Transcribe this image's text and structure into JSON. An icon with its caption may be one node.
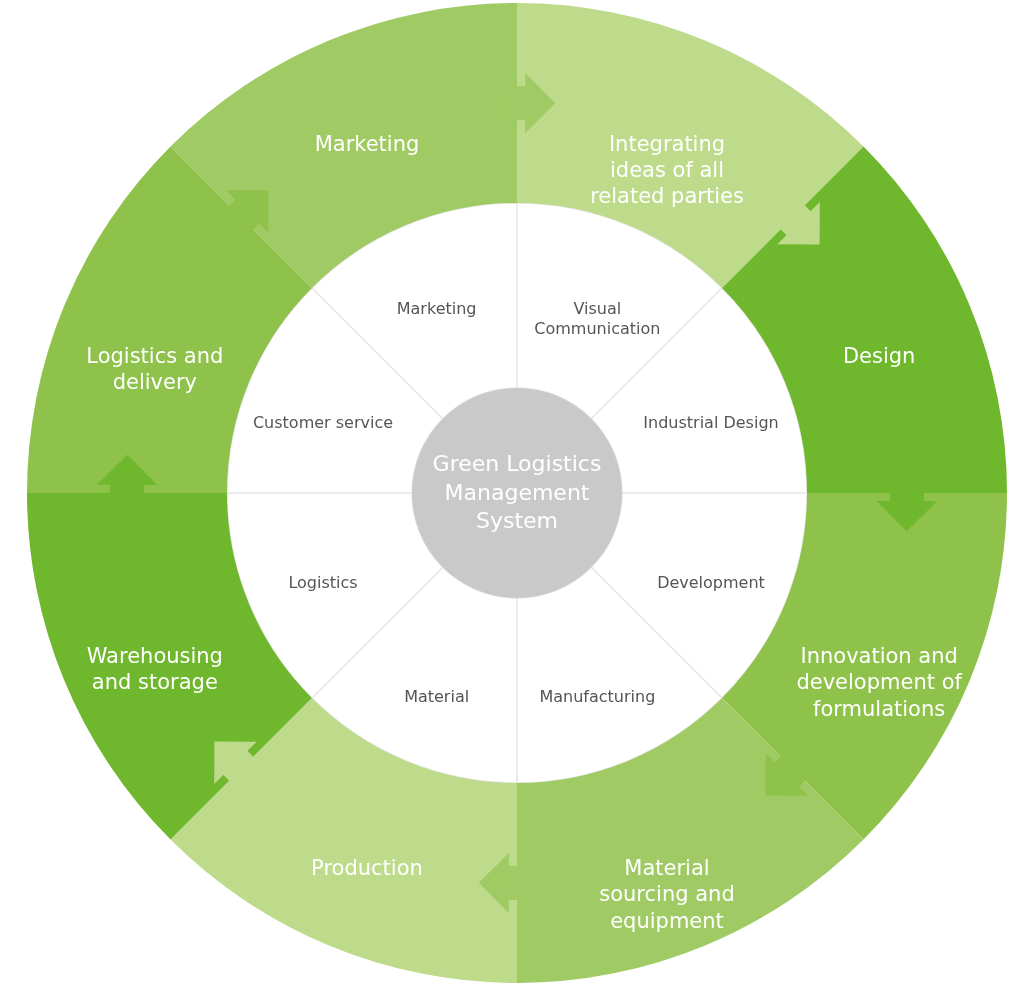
{
  "diagram": {
    "nodes": [
      {
        "text": [
          "Green Logistics Management System"
        ]
      },
      {
        "text": [
          "Marketing"
        ]
      },
      {
        "text": [
          "Visual Communication"
        ]
      },
      {
        "text": [
          "Industrial Design"
        ]
      },
      {
        "text": [
          "Development"
        ]
      },
      {
        "text": [
          "Manufacturing"
        ]
      },
      {
        "text": [
          "Material"
        ]
      },
      {
        "text": [
          "Logistics"
        ]
      },
      {
        "text": [
          "Customer service"
        ]
      },
      {
        "text": [
          "Marketing"
        ]
      },
      {
        "text": [
          "Integrating ideas of all related parties"
        ]
      },
      {
        "text": [
          "Design"
        ]
      },
      {
        "text": [
          "Innovation and development of formulations"
        ]
      },
      {
        "text": [
          "Material sourcing and equipment"
        ]
      },
      {
        "text": [
          "Production"
        ]
      },
      {
        "text": [
          "Warehousing and storage"
        ]
      },
      {
        "text": [
          "Logistics and delivery"
        ]
      }
    ],
    "edges": [
      {
        "from": 9,
        "to": 10,
        "arrow": "to",
        "color": "#a0cb64"
      },
      {
        "from": 10,
        "to": 11,
        "arrow": "to",
        "color": "#bedb8c"
      },
      {
        "from": 11,
        "to": 12,
        "arrow": "to",
        "color": "#6fb72d"
      },
      {
        "from": 12,
        "to": 13,
        "arrow": "to",
        "color": "#8ec24a"
      },
      {
        "from": 13,
        "to": 14,
        "arrow": "to",
        "color": "#a0cb64"
      },
      {
        "from": 14,
        "to": 15,
        "arrow": "to",
        "color": "#bedb8c"
      },
      {
        "from": 15,
        "to": 16,
        "arrow": "to",
        "color": "#6fb72d"
      },
      {
        "from": 16,
        "to": 9,
        "arrow": "to",
        "color": "#8ec24a"
      }
    ]
  }
}
